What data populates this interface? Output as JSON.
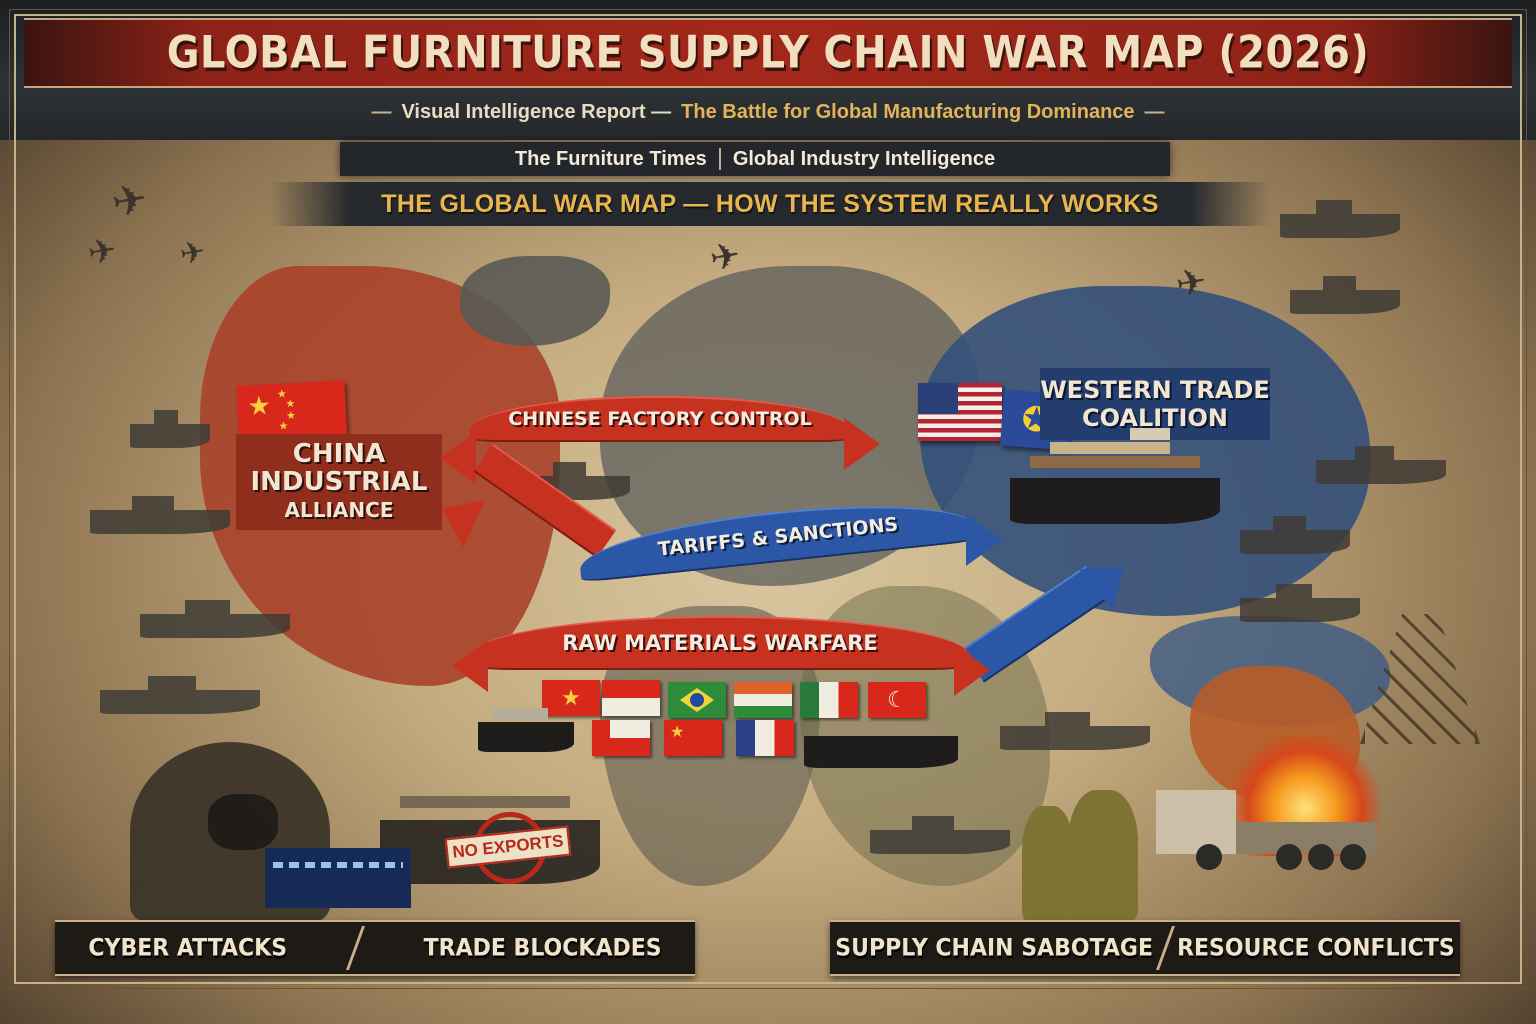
{
  "header": {
    "title": "GLOBAL FURNITURE SUPPLY CHAIN WAR MAP (2026)",
    "subtitle_dash_left": "—",
    "subtitle_part1": "Visual Intelligence Report —",
    "subtitle_part2": "The Battle for Global Manufacturing Dominance",
    "subtitle_dash_right": "—"
  },
  "publication": {
    "name": "The Furniture Times",
    "tagline": "Global Industry Intelligence"
  },
  "headline": "THE GLOBAL WAR MAP — HOW THE SYSTEM REALLY WORKS",
  "factions": {
    "china": {
      "line1": "CHINA",
      "line2": "INDUSTRIAL",
      "line3": "ALLIANCE",
      "flag": "china-flag",
      "color": "#a8432a"
    },
    "west": {
      "line1": "WESTERN TRADE",
      "line2": "COALITION",
      "flags": [
        "usa-flag",
        "eu-flag"
      ],
      "color": "#233e6d"
    }
  },
  "arrows": [
    {
      "label": "CHINESE FACTORY CONTROL",
      "color": "#c6321f",
      "direction": "bidirectional"
    },
    {
      "label": "TARIFFS & SANCTIONS",
      "color": "#2c57a6",
      "direction": "to-west"
    },
    {
      "label": "RAW MATERIALS WARFARE",
      "color": "#c6321f",
      "direction": "bidirectional"
    }
  ],
  "raw_material_flags": [
    {
      "name": "vietnam",
      "colors": [
        "#d8281c",
        "#f6d13c"
      ]
    },
    {
      "name": "indonesia",
      "colors": [
        "#d8281c",
        "#f1ece0"
      ]
    },
    {
      "name": "brazil",
      "colors": [
        "#2f8a3a",
        "#f1d43a",
        "#1f4aa0"
      ]
    },
    {
      "name": "india",
      "colors": [
        "#e0622a",
        "#f1ece0",
        "#2f8a3a"
      ]
    },
    {
      "name": "mexico",
      "colors": [
        "#2a7a3c",
        "#f1ece0",
        "#d8281c"
      ]
    },
    {
      "name": "turkey",
      "colors": [
        "#d8281c",
        "#f1ece0"
      ]
    },
    {
      "name": "chile",
      "colors": [
        "#d8281c",
        "#f1ece0"
      ]
    },
    {
      "name": "china",
      "colors": [
        "#d8281c",
        "#f6d13c"
      ]
    },
    {
      "name": "france",
      "colors": [
        "#2b3f88",
        "#f1ece0",
        "#d8281c"
      ]
    }
  ],
  "stamp": "NO EXPORTS",
  "icons": {
    "star": "★",
    "eu_stars": "✪",
    "plane": "✈"
  },
  "bottom_bar": {
    "left": [
      "CYBER ATTACKS",
      "TRADE BLOCKADES"
    ],
    "right": [
      "SUPPLY CHAIN SABOTAGE",
      "RESOURCE CONFLICTS"
    ]
  }
}
